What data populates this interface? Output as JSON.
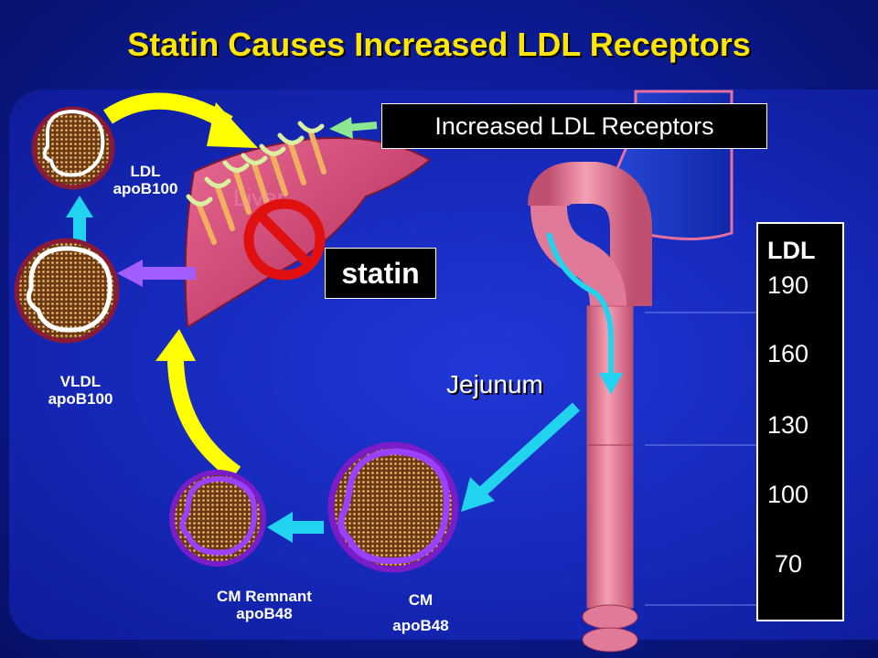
{
  "title": "Statin Causes Increased LDL Receptors",
  "receptor_label": "Increased LDL Receptors",
  "statin_label": "statin",
  "particles": {
    "ldl": {
      "line1": "LDL",
      "line2": "apoB100"
    },
    "vldl": {
      "line1": "VLDL",
      "line2": "apoB100"
    },
    "cm_remnant": {
      "line1": "CM Remnant",
      "line2": "apoB48"
    },
    "cm": {
      "line1": "CM",
      "line2": "apoB48"
    }
  },
  "organ_labels": {
    "jejunum": "Jejunum",
    "liver": "Liver"
  },
  "ldl_scale": {
    "title": "LDL",
    "values": [
      "190",
      "160",
      "130",
      "100",
      "70"
    ]
  },
  "colors": {
    "title": "#ffe600",
    "arrow_yellow": "#ffff00",
    "arrow_cyan": "#22d3f0",
    "arrow_purple": "#a35cff",
    "liver": "#d84a78",
    "intestine": "#f08aa0",
    "stomach": "#1a40c8",
    "no_symbol": "#e01010",
    "scale_arrow": "#e00000"
  }
}
